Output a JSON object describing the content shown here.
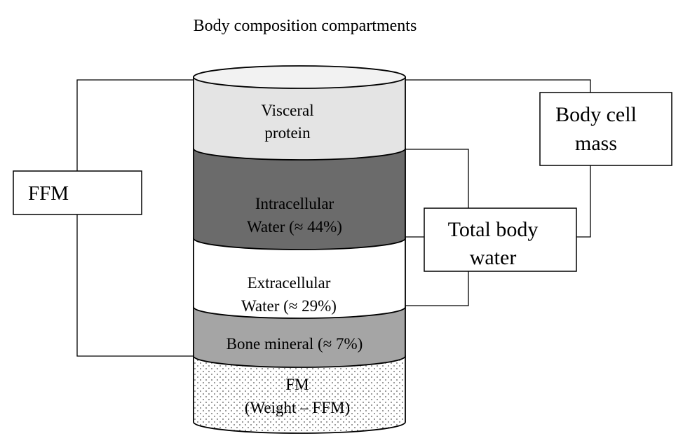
{
  "title": "Body composition compartments",
  "layers": {
    "visceral": {
      "line1": "Visceral",
      "line2": "protein"
    },
    "intracellular": {
      "line1": "Intracellular",
      "line2": "Water (≈ 44%)"
    },
    "extracellular": {
      "line1": "Extracellular",
      "line2": "Water (≈ 29%)"
    },
    "bone": {
      "line1": "Bone mineral (≈ 7%)"
    },
    "fm": {
      "line1": "FM",
      "line2": "(Weight – FFM)"
    }
  },
  "boxes": {
    "ffm": "FFM",
    "body_cell_mass": {
      "line1": "Body cell",
      "line2": "mass"
    },
    "total_body_water": {
      "line1": "Total body",
      "line2": "water"
    }
  },
  "colors": {
    "visceral_fill": "#e4e4e4",
    "intracellular_fill": "#6b6b6b",
    "extracellular_fill": "#ffffff",
    "bone_fill": "#a5a5a5",
    "fm_fill": "#ffffff",
    "line": "#000000"
  }
}
